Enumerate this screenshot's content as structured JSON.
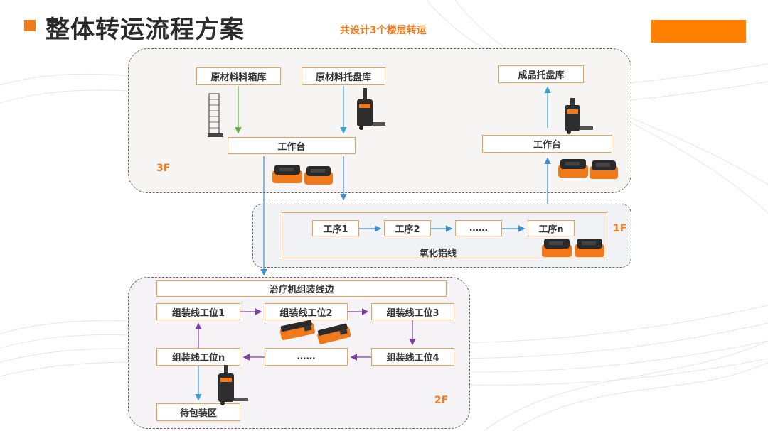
{
  "title": "整体转运流程方案",
  "subtitle": "共设计3个楼层转运",
  "floors": {
    "f3": "3F",
    "f1": "1F",
    "f2": "2F"
  },
  "colors": {
    "accent": "#f07a1b",
    "box_border": "#f0a055",
    "arrow_green": "#6ab04c",
    "arrow_blue": "#3b8ed0",
    "arrow_purple": "#7e3fa5"
  },
  "floor3": {
    "raw_bin_store": "原材料料箱库",
    "raw_pallet_store": "原材料托盘库",
    "product_pallet_store": "成品托盘库",
    "workbench_left": "工作台",
    "workbench_right": "工作台"
  },
  "floor1": {
    "line_name": "氧化铝线",
    "steps": [
      "工序1",
      "工序2",
      "……",
      "工序n"
    ]
  },
  "floor2": {
    "line_side": "治疗机组装线边",
    "stations": {
      "s1": "组装线工位1",
      "s2": "组装线工位2",
      "s3": "组装线工位3",
      "s4": "组装线工位4",
      "ellipsis": "……",
      "sn": "组装线工位n"
    },
    "packing_area": "待包装区"
  },
  "icons": [
    "bin-rack-icon",
    "pallet-stacker-icon",
    "agv-robot-icon",
    "latent-agv-icon"
  ]
}
